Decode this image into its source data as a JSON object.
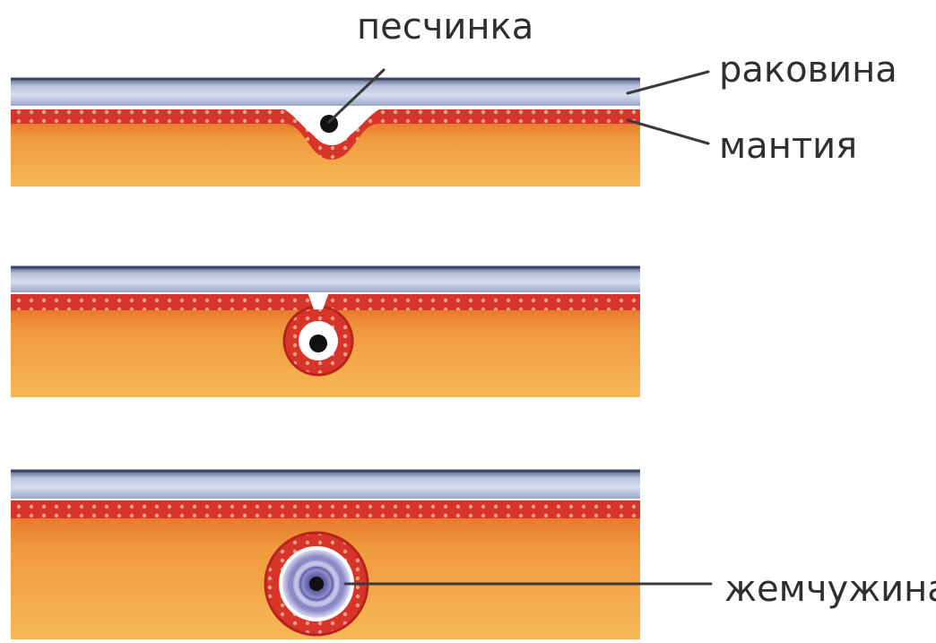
{
  "labels": {
    "grain": "песчинка",
    "shell": "раковина",
    "mantle": "мантия",
    "pearl": "жемчужина"
  },
  "colors": {
    "tissue": "#f0a542",
    "mantle_band": "#d8352a",
    "shell_layer": "#b9c4dc",
    "nacre": "#8f88c6",
    "grain": "#111111",
    "leader_line": "#3a3a3a"
  },
  "stages": [
    {
      "name": "stage-1-grain-enters"
    },
    {
      "name": "stage-2-sac-forms"
    },
    {
      "name": "stage-3-pearl"
    }
  ]
}
